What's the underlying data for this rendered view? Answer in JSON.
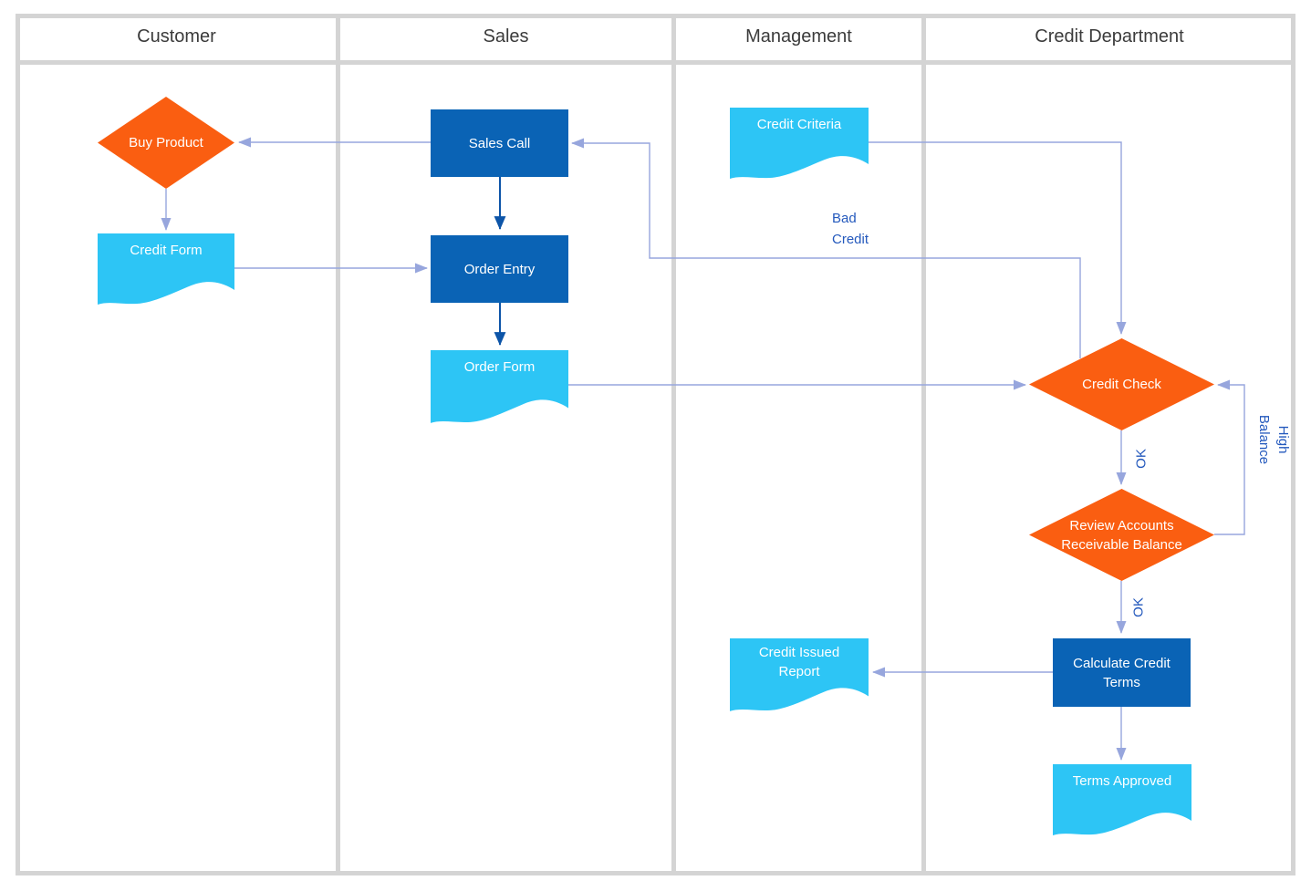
{
  "lanes": [
    {
      "title": "Customer"
    },
    {
      "title": "Sales"
    },
    {
      "title": "Management"
    },
    {
      "title": "Credit Department"
    }
  ],
  "nodes": {
    "buy_product": {
      "label": "Buy Product",
      "type": "decision"
    },
    "credit_form": {
      "label": "Credit Form",
      "type": "document"
    },
    "sales_call": {
      "label": "Sales Call",
      "type": "process"
    },
    "order_entry": {
      "label": "Order Entry",
      "type": "process"
    },
    "order_form": {
      "label": "Order Form",
      "type": "document"
    },
    "credit_criteria": {
      "label": "Credit Criteria",
      "type": "document"
    },
    "credit_check": {
      "label": "Credit Check",
      "type": "decision"
    },
    "review_ar_balance": {
      "label": "Review Accounts\nReceivable Balance",
      "type": "decision"
    },
    "calculate_credit_terms": {
      "label": "Calculate Credit\nTerms",
      "type": "process"
    },
    "credit_issued_report": {
      "label": "Credit Issued\nReport",
      "type": "document"
    },
    "terms_approved": {
      "label": "Terms Approved",
      "type": "document"
    }
  },
  "edge_labels": {
    "bad_credit": "Bad\nCredit",
    "credit_check_ok": "OK",
    "review_ok": "OK",
    "high_balance": "High\nBalance"
  },
  "colors": {
    "grid": "#d4d4d4",
    "process": "#0a63b5",
    "document": "#2dc5f5",
    "decision": "#fa5e11",
    "connector": "#97a6dd",
    "connector_dark": "#0d55a8",
    "edge_label_text": "#2459bd",
    "header_text": "#3b3b3b",
    "node_text": "#ffffff"
  }
}
